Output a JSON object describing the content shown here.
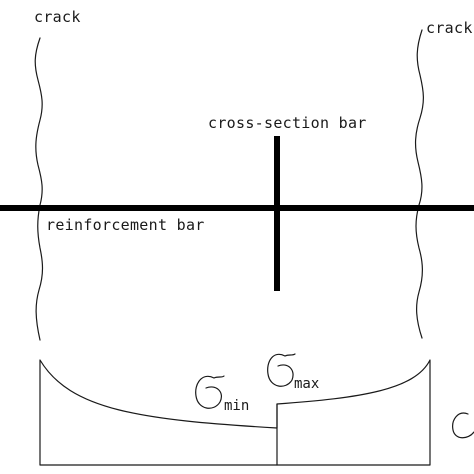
{
  "labels": {
    "crack_left": "crack",
    "crack_right": "crack",
    "cross_section_bar": "cross-section bar",
    "reinforcement_bar": "reinforcement bar",
    "sigma_min_subscript": "min",
    "sigma_max_subscript": "max"
  },
  "colors": {
    "ink": "#1a1a1a",
    "bar": "#000000",
    "background": "#ffffff"
  },
  "symbols": {
    "sigma_min": "sigma-symbol",
    "sigma_max": "sigma-symbol",
    "sigma_partial_right": "sigma-symbol"
  }
}
